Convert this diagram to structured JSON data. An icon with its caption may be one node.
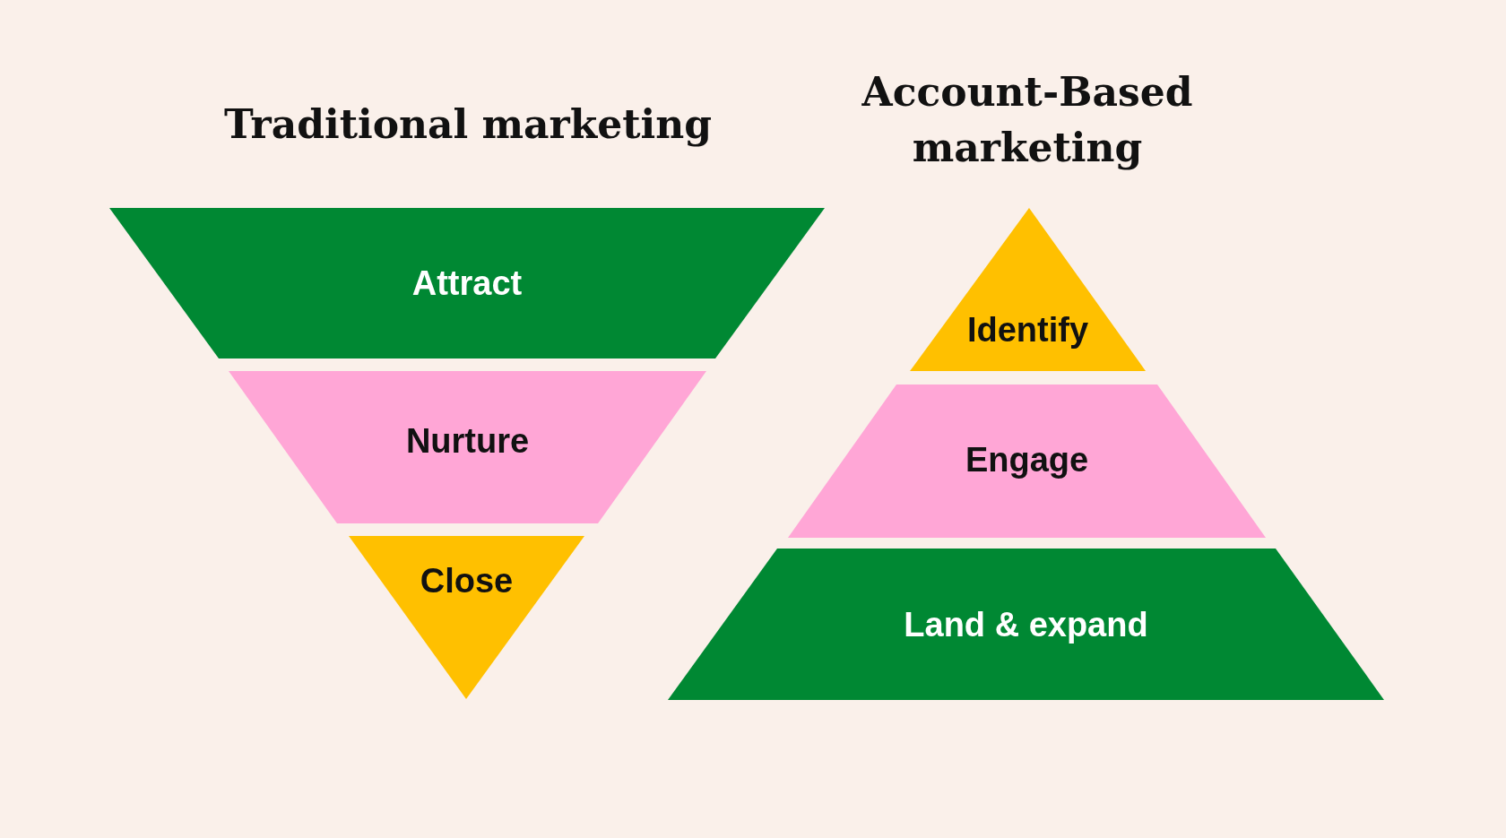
{
  "diagram": {
    "nodes": [
      {
        "text": [
          "Attract"
        ]
      },
      {
        "text": [
          "Nurture"
        ]
      },
      {
        "text": [
          "Close"
        ]
      },
      {
        "text": [
          "Identify"
        ]
      },
      {
        "text": [
          "Engage"
        ]
      },
      {
        "text": [
          "Land & expand"
        ]
      }
    ],
    "edges": [],
    "labels": [
      "Traditional marketing",
      "Account-Based marketing"
    ]
  }
}
